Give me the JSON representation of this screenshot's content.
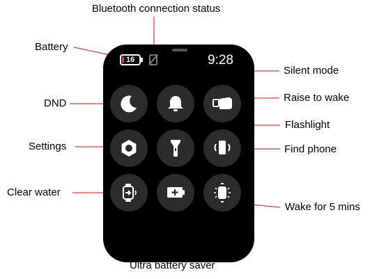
{
  "labels": {
    "bluetooth": "Bluetooth connection status",
    "battery": "Battery",
    "silent": "Silent mode",
    "dnd": "DND",
    "raise": "Raise to wake",
    "flashlight": "Flashlight",
    "settings": "Settings",
    "find_phone": "Find phone",
    "clear_water": "Clear water",
    "wake5": "Wake for 5 mins",
    "ultra": "Ultra battery saver"
  },
  "watch": {
    "time": "9:28",
    "battery_level": "16"
  },
  "colors": {
    "battery_low": "#e53935",
    "leader_line": "#e53935",
    "button_bg": "#2b2b2b"
  }
}
